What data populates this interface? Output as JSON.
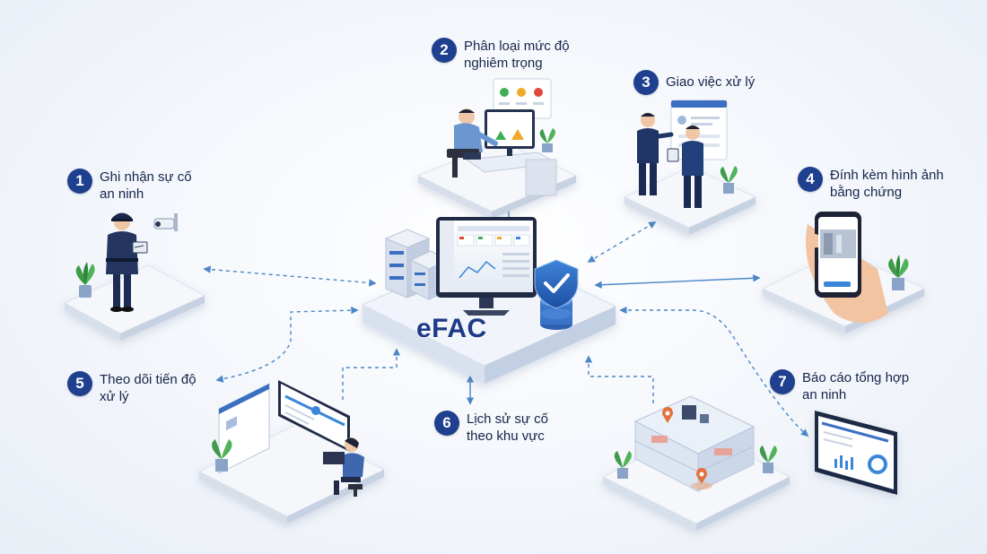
{
  "center": {
    "brand": "eFAC"
  },
  "steps": [
    {
      "num": "1",
      "lines": [
        "Ghi nhận sự cố",
        "an ninh"
      ]
    },
    {
      "num": "2",
      "lines": [
        "Phân loại mức độ",
        "nghiêm trọng"
      ]
    },
    {
      "num": "3",
      "lines": [
        "Giao việc xử lý"
      ]
    },
    {
      "num": "4",
      "lines": [
        "Đính kèm hình ảnh",
        "bằng chứng"
      ]
    },
    {
      "num": "5",
      "lines": [
        "Theo dõi tiến độ",
        "xử lý"
      ]
    },
    {
      "num": "6",
      "lines": [
        "Lịch sử sự cố",
        "theo khu vực"
      ]
    },
    {
      "num": "7",
      "lines": [
        "Báo cáo tổng hợp",
        "an ninh"
      ]
    }
  ],
  "icons": {
    "security-guard": "security-guard-icon",
    "severity-board": "severity-board-icon",
    "assign-meeting": "assign-meeting-icon",
    "phone-evidence": "phone-evidence-icon",
    "progress-tracking": "progress-tracking-icon",
    "building-map": "building-map-icon",
    "report-tablet": "report-tablet-icon",
    "shield-check": "shield-check-icon",
    "server-stack": "server-stack-icon"
  },
  "colors": {
    "accent": "#1f3f8f",
    "connector": "#4a86c8",
    "platform_top": "#f4f6fb",
    "platform_side": "#d5deec"
  }
}
